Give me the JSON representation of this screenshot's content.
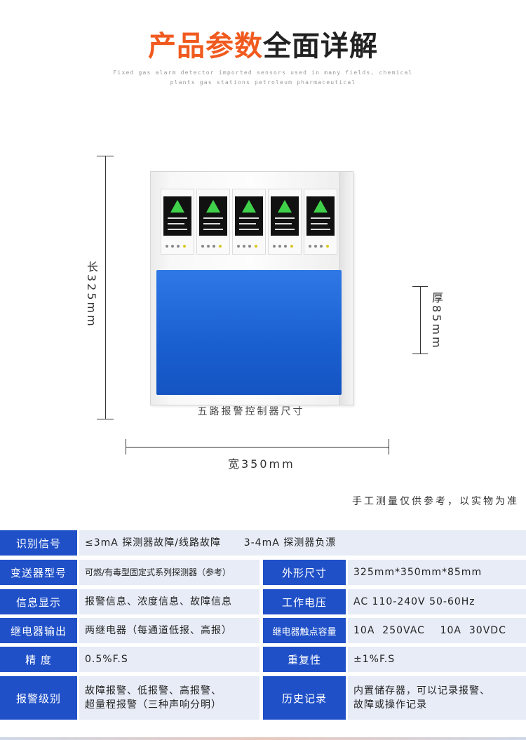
{
  "header": {
    "title_highlight": "产品参数",
    "title_rest": "全面详解",
    "subtitle_line1": "Fixed gas alarm detector imported sensors used in many fields, chemical",
    "subtitle_line2": "plants gas stations petroleum pharmaceutical"
  },
  "dimensions": {
    "length": "长325mm",
    "thickness": "厚85mm",
    "width": "宽350mm"
  },
  "product": {
    "caption": "五路报警控制器尺寸",
    "module_count": 5,
    "panel_color": "#1f5fd2"
  },
  "note": "手工测量仅供参考，以实物为准",
  "specs": {
    "r1": {
      "label": "识别信号",
      "value": "≤3mA 探测器故障/线路故障      3-4mA 探测器负漂"
    },
    "r2": {
      "label_a": "变送器型号",
      "value_a": "可燃/有毒型固定式系列探测器（参考）",
      "label_b": "外形尺寸",
      "value_b": "325mm*350mm*85mm"
    },
    "r3": {
      "label_a": "信息显示",
      "value_a": "报警信息、浓度信息、故障信息",
      "label_b": "工作电压",
      "value_b": "AC 110-240V  50-60Hz"
    },
    "r4": {
      "label_a": "继电器输出",
      "value_a": "两继电器（每通道低报、高报）",
      "label_b": "继电器触点容量",
      "value_b": "10A  250VAC    10A  30VDC"
    },
    "r5": {
      "label_a": "精 度",
      "value_a": "0.5%F.S",
      "label_b": "重复性",
      "value_b": "±1%F.S"
    },
    "r6": {
      "label_a": "报警级别",
      "value_a_l1": "故障报警、低报警、高报警、",
      "value_a_l2": "超量程报警（三种声响分明）",
      "label_b": "历史记录",
      "value_b_l1": "内置储存器，可以记录报警、",
      "value_b_l2": "故障或操作记录"
    }
  },
  "colors": {
    "accent": "#f05a1e",
    "label_bg": "#1f50c8",
    "value_bg": "#e7ecf6"
  }
}
